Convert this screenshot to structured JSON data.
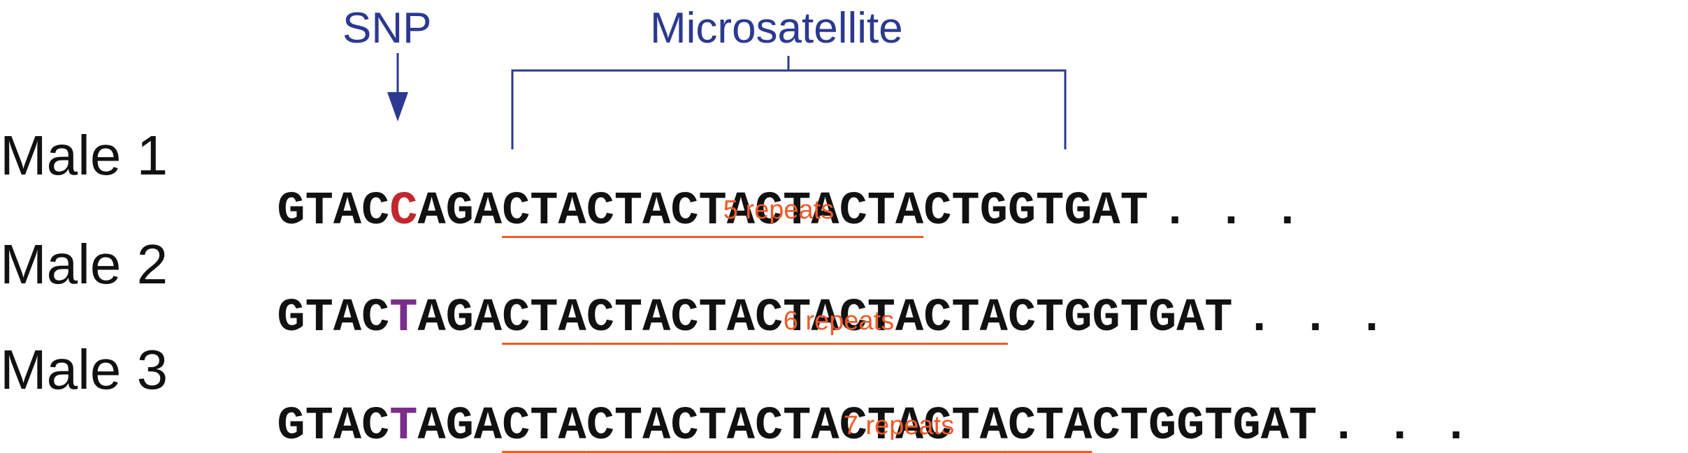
{
  "labels": {
    "snp": "SNP",
    "microsatellite": "Microsatellite"
  },
  "colors": {
    "label_blue": "#2b3990",
    "snp_c": "#c1272d",
    "snp_t": "#7b2d8b",
    "repeat_orange": "#f05a28",
    "text": "#111111"
  },
  "rows": [
    {
      "male": "Male 1",
      "prefix": "GTAC",
      "snp": "C",
      "snp_color": "#c1272d",
      "middle": "AGA",
      "repeat_unit": "CTA",
      "repeat_count": 5,
      "suffix": "CTGGTGAT",
      "ellipsis": ". . .",
      "repeats_label": "5 repeats"
    },
    {
      "male": "Male 2",
      "prefix": "GTAC",
      "snp": "T",
      "snp_color": "#7b2d8b",
      "middle": "AGA",
      "repeat_unit": "CTA",
      "repeat_count": 6,
      "suffix": "CTGGTGAT",
      "ellipsis": ". . .",
      "repeats_label": "6 repeats"
    },
    {
      "male": "Male 3",
      "prefix": "GTAC",
      "snp": "T",
      "snp_color": "#7b2d8b",
      "middle": "AGA",
      "repeat_unit": "CTA",
      "repeat_count": 7,
      "suffix": "CTGGTGAT",
      "ellipsis": ". . .",
      "repeats_label": "7 repeats"
    }
  ]
}
